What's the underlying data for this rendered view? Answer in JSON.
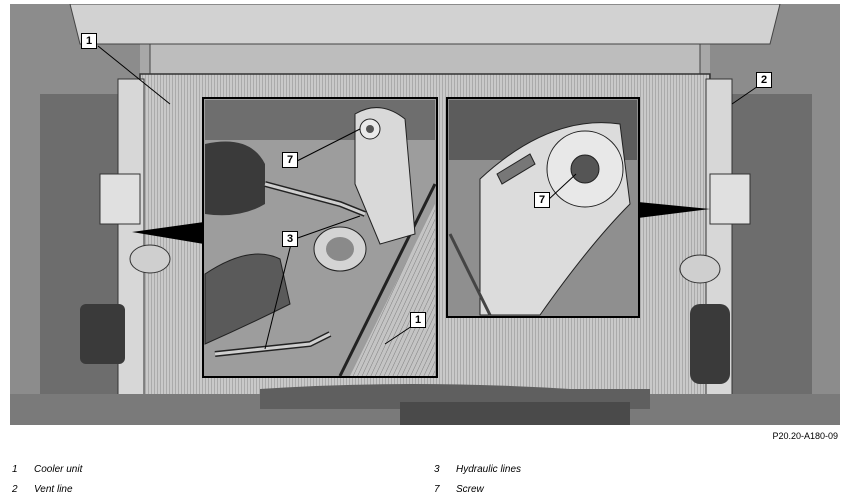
{
  "callouts": {
    "c1_main": "1",
    "c2_main": "2",
    "c7_inset1": "7",
    "c3_inset1": "3",
    "c1_inset1": "1",
    "c7_inset2": "7"
  },
  "reference_code": "P20.20-A180-09",
  "legend": [
    {
      "number": "1",
      "label": "Cooler unit"
    },
    {
      "number": "2",
      "label": "Vent line"
    },
    {
      "number": "3",
      "label": "Hydraulic lines"
    },
    {
      "number": "7",
      "label": "Screw"
    }
  ]
}
